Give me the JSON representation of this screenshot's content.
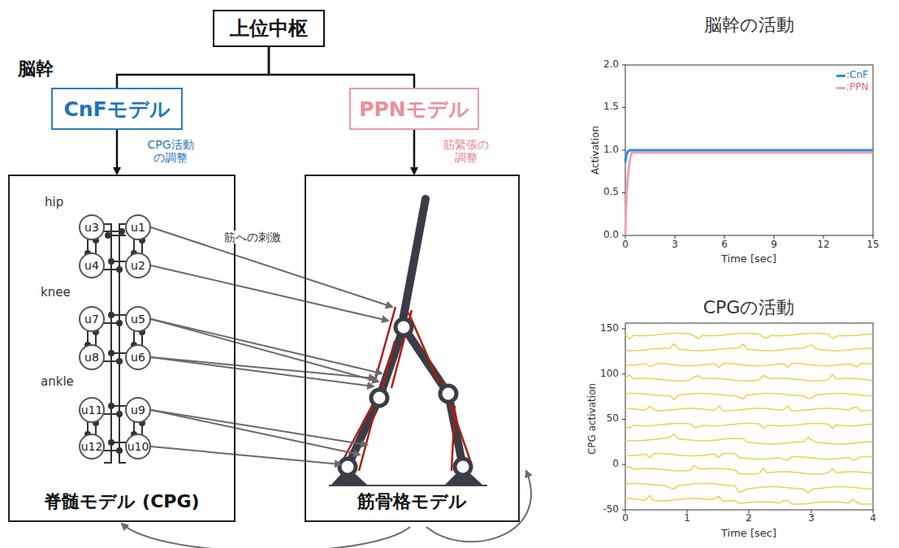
{
  "diagram": {
    "nodes": [
      {
        "text": [
          "上位中枢"
        ]
      },
      {
        "text": [
          "CnFモデル"
        ]
      },
      {
        "text": [
          "PPNモデル"
        ]
      },
      {
        "text": [
          "脊髄モデル (CPG)"
        ]
      },
      {
        "text": [
          "u3"
        ],
        "in": 3
      },
      {
        "text": [
          "u1"
        ],
        "in": 3
      },
      {
        "text": [
          "u4"
        ],
        "in": 3
      },
      {
        "text": [
          "u2"
        ],
        "in": 3
      },
      {
        "text": [
          "u7"
        ],
        "in": 3
      },
      {
        "text": [
          "u5"
        ],
        "in": 3
      },
      {
        "text": [
          "u8"
        ],
        "in": 3
      },
      {
        "text": [
          "u6"
        ],
        "in": 3
      },
      {
        "text": [
          "u11"
        ],
        "in": 3
      },
      {
        "text": [
          "u9"
        ],
        "in": 3
      },
      {
        "text": [
          "u12"
        ],
        "in": 3
      },
      {
        "text": [
          "u10"
        ],
        "in": 3
      },
      {
        "text": [
          "筋骨格モデル"
        ]
      }
    ],
    "edges": [
      {
        "from": 0,
        "to": 1,
        "arrow": "none"
      },
      {
        "from": 0,
        "to": 2,
        "arrow": "none"
      },
      {
        "from": 1,
        "to": 3,
        "label": "CPG活動 の調整",
        "arrow": "to"
      },
      {
        "from": 2,
        "to": 16,
        "label": "筋緊張の 調整",
        "arrow": "to"
      },
      {
        "from": 5,
        "to": 16,
        "label": "筋への刺激",
        "arrow": "to"
      },
      {
        "from": 7,
        "to": 16,
        "arrow": "to"
      },
      {
        "from": 9,
        "to": 16,
        "arrow": "to"
      },
      {
        "from": 9,
        "to": 16,
        "arrow": "to"
      },
      {
        "from": 11,
        "to": 16,
        "arrow": "to"
      },
      {
        "from": 11,
        "to": 16,
        "arrow": "to"
      },
      {
        "from": 13,
        "to": 16,
        "arrow": "to"
      },
      {
        "from": 13,
        "to": 16,
        "arrow": "to"
      },
      {
        "from": 15,
        "to": 16,
        "arrow": "to"
      },
      {
        "from": 16,
        "to": 3,
        "arrow": "to"
      },
      {
        "from": 16,
        "to": 16,
        "arrow": "to"
      }
    ],
    "labels": [
      "脳幹",
      "hip",
      "knee",
      "ankle",
      "脳幹の活動",
      "2.0",
      "1.5",
      "1.0",
      "0.5",
      "0.0",
      "0",
      "3",
      "6",
      "9",
      "12",
      "15",
      "Activation",
      "Time [sec]",
      "CPGの活動",
      "150",
      "100",
      "50",
      "0",
      "-50",
      "0",
      "1",
      "2",
      "3",
      "4",
      "CPG activation",
      "Time [sec]"
    ],
    "legend": [
      {
        "text": ":CnF",
        "color": "#2b8fd6"
      },
      {
        "text": ":PPN",
        "color": "#f2a2aa"
      }
    ]
  }
}
